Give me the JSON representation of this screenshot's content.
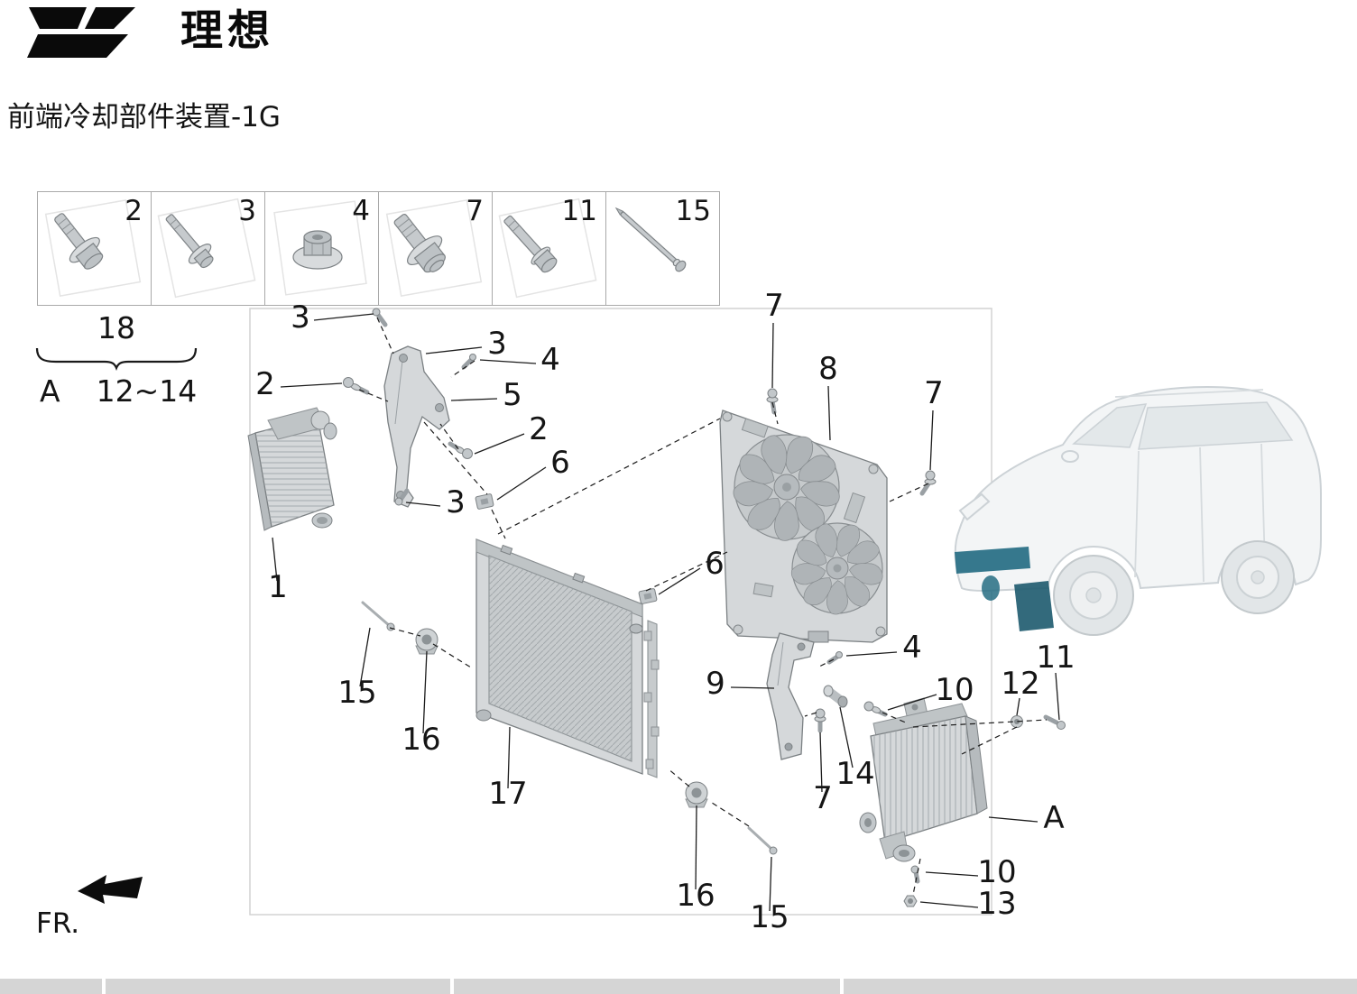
{
  "brand": {
    "name": "理想",
    "mark": "li-auto-logo"
  },
  "title": "前端冷却部件装置-1G",
  "direction_label": "FR.",
  "fastener_boxes": [
    {
      "label": "2",
      "icon": "flange-bolt"
    },
    {
      "label": "3",
      "icon": "washer-bolt"
    },
    {
      "label": "4",
      "icon": "flange-nut"
    },
    {
      "label": "7",
      "icon": "flange-bolt-large"
    },
    {
      "label": "11",
      "icon": "hex-bolt-long"
    },
    {
      "label": "15",
      "icon": "long-screw"
    }
  ],
  "kit_note": {
    "kit_number": "18",
    "ref_label": "A",
    "ref_range": "12~14"
  },
  "callouts": [
    {
      "label": "3"
    },
    {
      "label": "3"
    },
    {
      "label": "4"
    },
    {
      "label": "2"
    },
    {
      "label": "5"
    },
    {
      "label": "2"
    },
    {
      "label": "6"
    },
    {
      "label": "3"
    },
    {
      "label": "1"
    },
    {
      "label": "7"
    },
    {
      "label": "8"
    },
    {
      "label": "7"
    },
    {
      "label": "6"
    },
    {
      "label": "4"
    },
    {
      "label": "9"
    },
    {
      "label": "10"
    },
    {
      "label": "12"
    },
    {
      "label": "11"
    },
    {
      "label": "15"
    },
    {
      "label": "16"
    },
    {
      "label": "17"
    },
    {
      "label": "14"
    },
    {
      "label": "7"
    },
    {
      "label": "A"
    },
    {
      "label": "16"
    },
    {
      "label": "15"
    },
    {
      "label": "10"
    },
    {
      "label": "13"
    }
  ],
  "colors": {
    "highlight": "#266d83",
    "highlight-dark": "#1d5a6e"
  }
}
